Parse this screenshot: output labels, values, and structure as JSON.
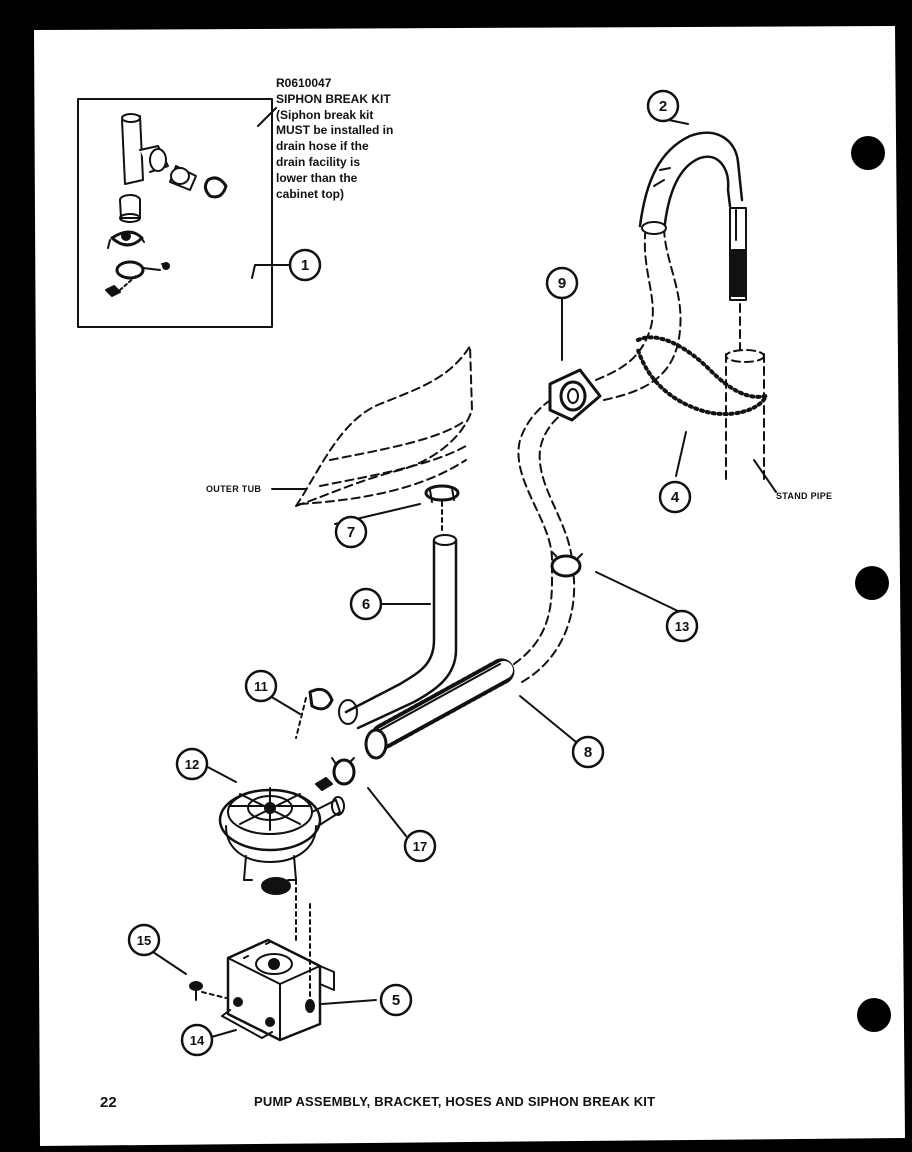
{
  "page": {
    "number": "22",
    "caption": "PUMP ASSEMBLY, BRACKET, HOSES AND SIPHON BREAK KIT"
  },
  "kit_note": {
    "lines": [
      "R0610047",
      "SIPHON BREAK KIT",
      "(Siphon break kit",
      "MUST be installed in",
      "drain hose if the",
      "drain facility is",
      "lower than the",
      "cabinet top)"
    ]
  },
  "labels": {
    "outer_tub": "OUTER TUB",
    "stand_pipe": "STAND PIPE"
  },
  "callouts": [
    "1",
    "2",
    "4",
    "5",
    "6",
    "7",
    "8",
    "9",
    "11",
    "12",
    "13",
    "14",
    "15",
    "17"
  ],
  "colors": {
    "paper": "#ffffff",
    "ink": "#111111",
    "background": "#000000"
  }
}
